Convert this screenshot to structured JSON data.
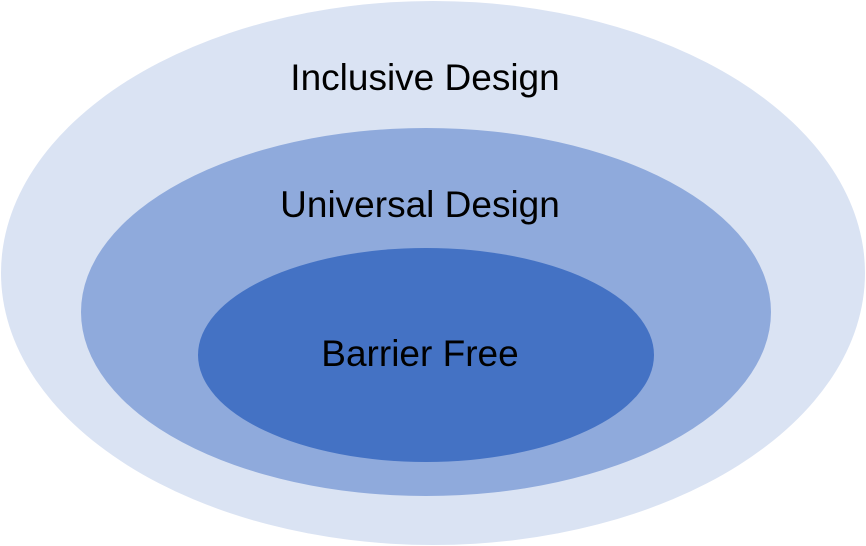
{
  "diagram": {
    "type": "nested-ellipses",
    "colors": {
      "outer": "#DAE3F3",
      "middle": "#8FAADC",
      "inner": "#4472C4",
      "text": "#000000"
    },
    "levels": [
      {
        "label": "Inclusive Design"
      },
      {
        "label": "Universal Design"
      },
      {
        "label": "Barrier Free"
      }
    ]
  }
}
